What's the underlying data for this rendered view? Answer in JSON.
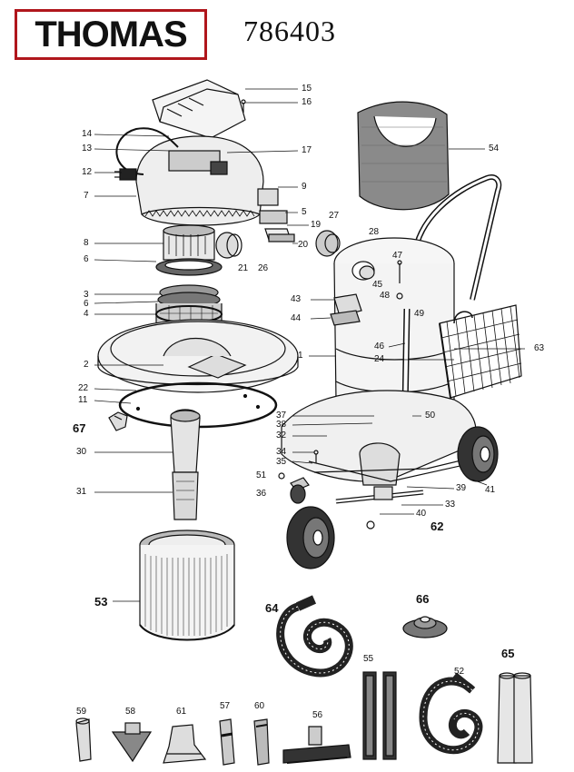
{
  "header": {
    "brand": "THOMAS",
    "model": "786403",
    "brand_color": "#b0161c"
  },
  "parts": [
    {
      "id": "p15",
      "label": "15"
    },
    {
      "id": "p16",
      "label": "16"
    },
    {
      "id": "p14",
      "label": "14"
    },
    {
      "id": "p13",
      "label": "13"
    },
    {
      "id": "p17",
      "label": "17"
    },
    {
      "id": "p12",
      "label": "12"
    },
    {
      "id": "p9",
      "label": "9"
    },
    {
      "id": "p7",
      "label": "7"
    },
    {
      "id": "p5",
      "label": "5"
    },
    {
      "id": "p19",
      "label": "19"
    },
    {
      "id": "p20",
      "label": "20"
    },
    {
      "id": "p8",
      "label": "8"
    },
    {
      "id": "p6a",
      "label": "6"
    },
    {
      "id": "p21",
      "label": "21"
    },
    {
      "id": "p26",
      "label": "26"
    },
    {
      "id": "p3",
      "label": "3"
    },
    {
      "id": "p6b",
      "label": "6"
    },
    {
      "id": "p4",
      "label": "4"
    },
    {
      "id": "p2",
      "label": "2"
    },
    {
      "id": "p22",
      "label": "22"
    },
    {
      "id": "p11",
      "label": "11"
    },
    {
      "id": "p67",
      "label": "67"
    },
    {
      "id": "p30",
      "label": "30"
    },
    {
      "id": "p31",
      "label": "31"
    },
    {
      "id": "p53",
      "label": "53"
    },
    {
      "id": "p54",
      "label": "54"
    },
    {
      "id": "p27",
      "label": "27"
    },
    {
      "id": "p28",
      "label": "28"
    },
    {
      "id": "p47",
      "label": "47"
    },
    {
      "id": "p45",
      "label": "45"
    },
    {
      "id": "p48",
      "label": "48"
    },
    {
      "id": "p43",
      "label": "43"
    },
    {
      "id": "p44",
      "label": "44"
    },
    {
      "id": "p49",
      "label": "49"
    },
    {
      "id": "p1",
      "label": "1"
    },
    {
      "id": "p46",
      "label": "46"
    },
    {
      "id": "p24",
      "label": "24"
    },
    {
      "id": "p63",
      "label": "63"
    },
    {
      "id": "p37",
      "label": "37"
    },
    {
      "id": "p38",
      "label": "38"
    },
    {
      "id": "p50",
      "label": "50"
    },
    {
      "id": "p32",
      "label": "32"
    },
    {
      "id": "p34",
      "label": "34"
    },
    {
      "id": "p35",
      "label": "35"
    },
    {
      "id": "p51",
      "label": "51"
    },
    {
      "id": "p36",
      "label": "36"
    },
    {
      "id": "p39",
      "label": "39"
    },
    {
      "id": "p41",
      "label": "41"
    },
    {
      "id": "p33",
      "label": "33"
    },
    {
      "id": "p40",
      "label": "40"
    },
    {
      "id": "p62",
      "label": "62"
    },
    {
      "id": "p64",
      "label": "64"
    },
    {
      "id": "p66",
      "label": "66"
    },
    {
      "id": "p55",
      "label": "55"
    },
    {
      "id": "p52",
      "label": "52"
    },
    {
      "id": "p65",
      "label": "65"
    },
    {
      "id": "p59",
      "label": "59"
    },
    {
      "id": "p58",
      "label": "58"
    },
    {
      "id": "p61",
      "label": "61"
    },
    {
      "id": "p57",
      "label": "57"
    },
    {
      "id": "p60",
      "label": "60"
    },
    {
      "id": "p56",
      "label": "56"
    }
  ]
}
